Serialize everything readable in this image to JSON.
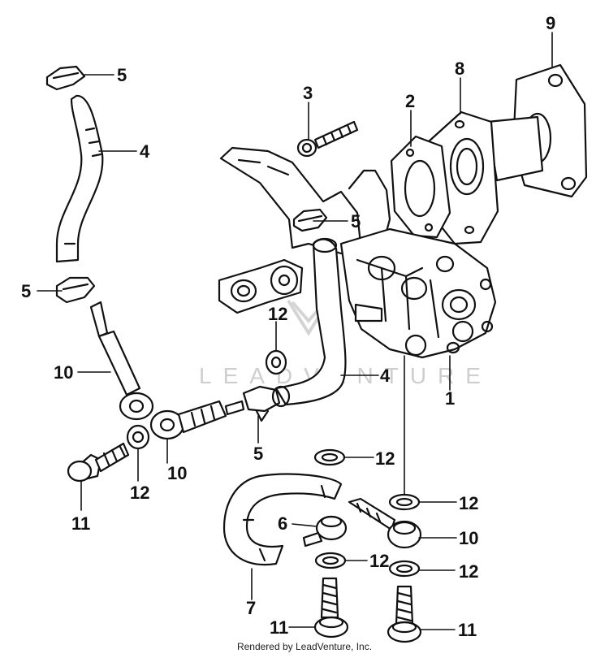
{
  "watermark": "LEADVENTURE",
  "footer": {
    "credit": "Rendered by LeadVenture, Inc."
  },
  "callouts": {
    "c1": "1",
    "c2": "2",
    "c3": "3",
    "c4a": "4",
    "c4b": "4",
    "c5a": "5",
    "c5b": "5",
    "c5c": "5",
    "c5d": "5",
    "c6": "6",
    "c7": "7",
    "c8": "8",
    "c9": "9",
    "c10a": "10",
    "c10b": "10",
    "c10c": "10",
    "c11a": "11",
    "c11b": "11",
    "c11c": "11",
    "c12a": "12",
    "c12b": "12",
    "c12c": "12",
    "c12d": "12",
    "c12e": "12",
    "c12f": "12"
  }
}
